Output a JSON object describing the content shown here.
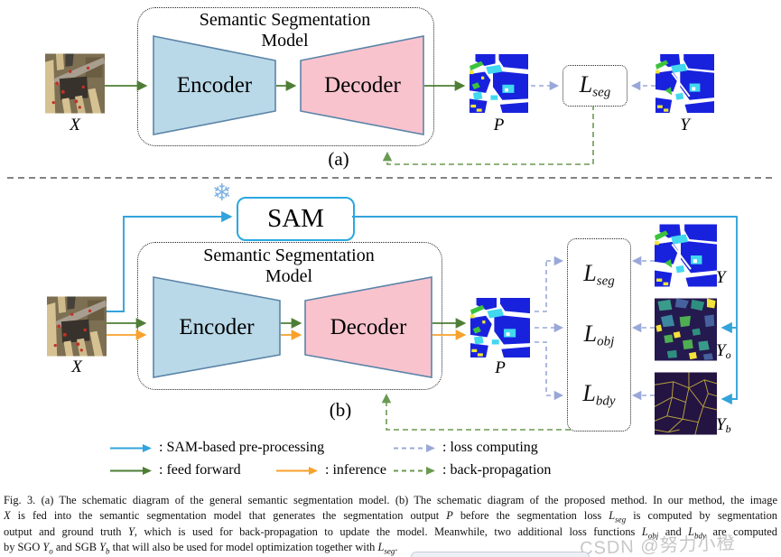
{
  "diagram": {
    "part_a": {
      "part_label": "(a)",
      "model_box_title": [
        "Semantic Segmentation",
        "Model"
      ],
      "encoder_label": "Encoder",
      "decoder_label": "Decoder",
      "input_label": "X",
      "prediction_label": "P",
      "ground_truth_label": "Y",
      "loss": {
        "base": "L",
        "sub": "seg"
      }
    },
    "part_b": {
      "part_label": "(b)",
      "sam_label": "SAM",
      "frozen_icon": "❄",
      "model_box_title": [
        "Semantic Segmentation",
        "Model"
      ],
      "encoder_label": "Encoder",
      "decoder_label": "Decoder",
      "input_label": "X",
      "prediction_label": "P",
      "ground_truth_label": "Y",
      "sgo_label": {
        "base": "Y",
        "sub": "o"
      },
      "sgb_label": {
        "base": "Y",
        "sub": "b"
      },
      "losses": [
        {
          "base": "L",
          "sub": "seg"
        },
        {
          "base": "L",
          "sub": "obj"
        },
        {
          "base": "L",
          "sub": "bdy"
        }
      ]
    },
    "legend": {
      "items": [
        {
          "label": ": SAM-based pre-processing",
          "style": "solid",
          "color": "#33a3dc"
        },
        {
          "label": ": loss computing",
          "style": "dashed",
          "color": "#99a8d8"
        },
        {
          "label": ": feed forward",
          "style": "solid",
          "color": "#4e7e35"
        },
        {
          "label": ": inference",
          "style": "solid",
          "color": "#f8a12c"
        },
        {
          "label": ": back-propagation",
          "style": "dashed",
          "color": "#6a9a52"
        }
      ]
    }
  },
  "caption": {
    "lines": [
      "Fig. 3.   (a) The schematic diagram of the general semantic segmentation model. (b) The schematic diagram of the proposed method. In our method, the image",
      "$X$ is fed into the semantic segmentation model that generates the segmentation output $P$ before the segmentation loss L_{seg} is computed by segmentation",
      "output and ground truth $Y$, which is used for back-propagation to update the model. Meanwhile, two additional loss functions L_{obj} and L_{bdy} are computed",
      "by SGO Y_{o} and SGB Y_{b} that will also be used for model optimization together with L_{seg}."
    ]
  },
  "watermark": {
    "text": "CSDN @努力小橙"
  },
  "colors": {
    "encoder_fill": "#b9d9e8",
    "decoder_fill": "#f9c3ce",
    "block_border": "#5b84a8",
    "sam_fill": "#aee2f8",
    "sam_border": "#29a8e0",
    "feed_forward_arrow": "#4e7e35",
    "inference_arrow": "#f8a12c",
    "sam_preprocess_arrow": "#33a3dc",
    "loss_computing_arrow": "#99a8d8",
    "back_propagation_arrow": "#6a9a52"
  }
}
